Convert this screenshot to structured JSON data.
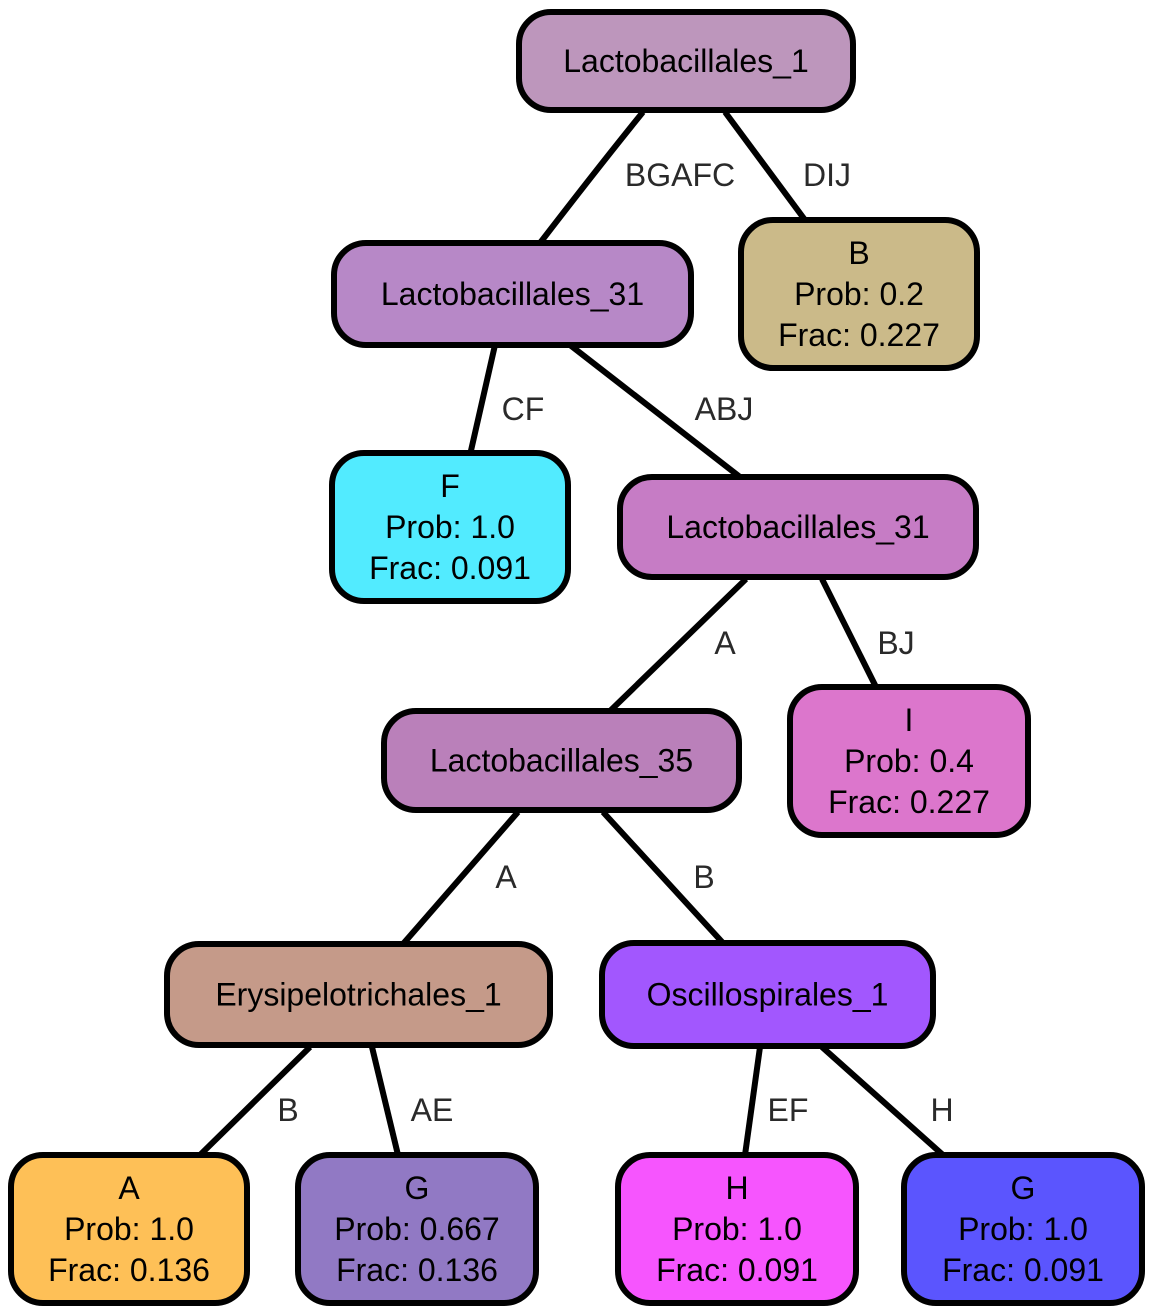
{
  "nodes": {
    "root": {
      "lines": [
        "Lactobacillales_1"
      ],
      "color": "#bd96bc"
    },
    "n31a": {
      "lines": [
        "Lactobacillales_31"
      ],
      "color": "#b788c7"
    },
    "leafB": {
      "lines": [
        "B",
        "Prob: 0.2",
        "Frac: 0.227"
      ],
      "color": "#cbba89"
    },
    "leafF": {
      "lines": [
        "F",
        "Prob: 1.0",
        "Frac: 0.091"
      ],
      "color": "#52ebff"
    },
    "n31b": {
      "lines": [
        "Lactobacillales_31"
      ],
      "color": "#c67cc5"
    },
    "n35": {
      "lines": [
        "Lactobacillales_35"
      ],
      "color": "#ba80ba"
    },
    "leafI": {
      "lines": [
        "I",
        "Prob: 0.4",
        "Frac: 0.227"
      ],
      "color": "#dc76cc"
    },
    "ery": {
      "lines": [
        "Erysipelotrichales_1"
      ],
      "color": "#c59a89"
    },
    "osc": {
      "lines": [
        "Oscillospirales_1"
      ],
      "color": "#a257fe"
    },
    "leafA": {
      "lines": [
        "A",
        "Prob: 1.0",
        "Frac: 0.136"
      ],
      "color": "#fec057"
    },
    "leafG1": {
      "lines": [
        "G",
        "Prob: 0.667",
        "Frac: 0.136"
      ],
      "color": "#9179c4"
    },
    "leafH": {
      "lines": [
        "H",
        "Prob: 1.0",
        "Frac: 0.091"
      ],
      "color": "#f655fe"
    },
    "leafG2": {
      "lines": [
        "G",
        "Prob: 1.0",
        "Frac: 0.091"
      ],
      "color": "#5b55fe"
    }
  },
  "edges": {
    "root_n31a": "BGAFC",
    "root_leafB": "DIJ",
    "n31a_leafF": "CF",
    "n31a_n31b": "ABJ",
    "n31b_n35": "A",
    "n31b_leafI": "BJ",
    "n35_ery": "A",
    "n35_osc": "B",
    "ery_leafA": "B",
    "ery_leafG1": "AE",
    "osc_leafH": "EF",
    "osc_leafG2": "H"
  }
}
